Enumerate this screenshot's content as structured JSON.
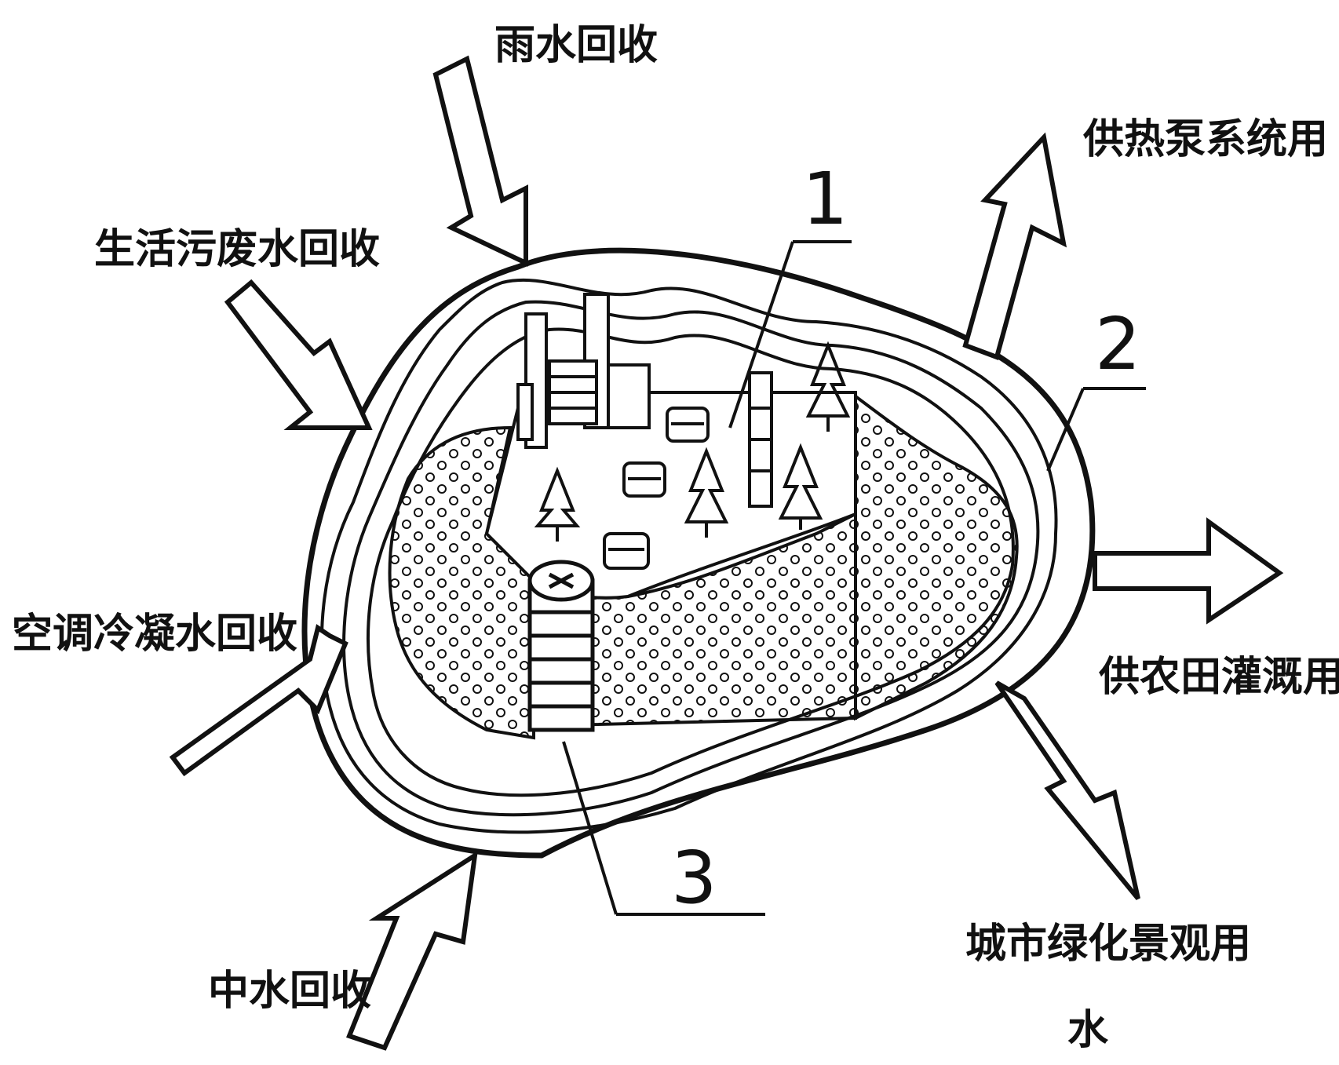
{
  "inputs": {
    "rain": "雨水回收",
    "domestic": "生活污废水回收",
    "ac": "空调冷凝水回收",
    "reclaimed": "中水回收"
  },
  "outputs": {
    "heatpump": "供热泵系统用",
    "farmland": "供农田灌溉用",
    "landscape_line1": "城市绿化景观用",
    "landscape_line2": "水"
  },
  "callouts": {
    "c1": "1",
    "c2": "2",
    "c3": "3"
  },
  "icons": [
    "building-icon",
    "tree-icon",
    "car-icon",
    "cylinder-tank-icon",
    "arrow-icon"
  ]
}
